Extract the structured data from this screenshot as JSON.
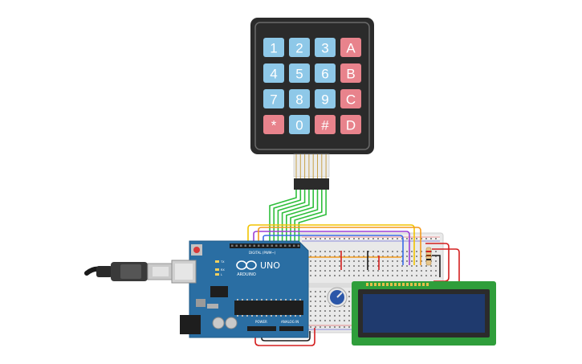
{
  "keypad": {
    "keys": [
      [
        "1",
        "2",
        "3",
        "A"
      ],
      [
        "4",
        "5",
        "6",
        "B"
      ],
      [
        "7",
        "8",
        "9",
        "C"
      ],
      [
        "*",
        "0",
        "#",
        "D"
      ]
    ],
    "key_color": "#8ec8e8",
    "letter_key_color": "#e8838c",
    "body_color": "#2b2b2b"
  },
  "arduino": {
    "board_model": "UNO",
    "brand": "ARDUINO",
    "digital_header": "DIGITAL (PWM~)",
    "power_header": "POWER",
    "analog_header": "ANALOG IN",
    "led_labels": [
      "TX",
      "RX",
      "L"
    ],
    "board_color": "#2a6ea3"
  },
  "lcd": {
    "screen_color": "#1f3a6e",
    "pcb_color": "#2f9e3b"
  },
  "wire_colors": {
    "keypad": "#2fbf3c",
    "yellow": "#f2c400",
    "orange": "#f39a1c",
    "purple": "#9b3fd6",
    "blue": "#3a6ae8",
    "red": "#d41f1f",
    "black": "#1e1e1e"
  }
}
